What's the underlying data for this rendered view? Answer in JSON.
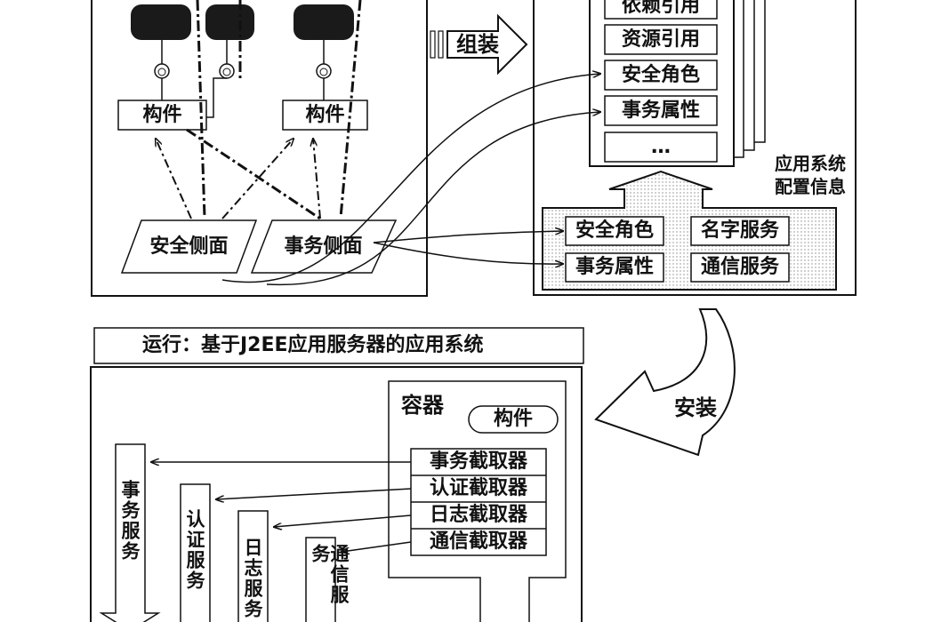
{
  "assembly": {
    "arrow_label": "组装",
    "components": [
      "构件",
      "构件"
    ],
    "aspects": [
      "安全侧面",
      "事务侧面"
    ]
  },
  "deployment_descriptor": {
    "items": [
      "依赖引用",
      "资源引用",
      "安全角色",
      "事务属性",
      "…"
    ],
    "label_line1": "应用系统",
    "label_line2": "配置信息",
    "services": [
      "安全角色",
      "名字服务",
      "事务属性",
      "通信服务"
    ]
  },
  "install": {
    "arrow_label": "安装"
  },
  "runtime": {
    "title": "运行：基于J2EE应用服务器的应用系统",
    "container_label": "容器",
    "component_label": "构件",
    "interceptors": [
      "事务截取器",
      "认证截取器",
      "日志截取器",
      "通信截取器"
    ],
    "services": [
      "事务服务",
      "认证服务",
      "日志服务",
      "通信服务"
    ]
  }
}
